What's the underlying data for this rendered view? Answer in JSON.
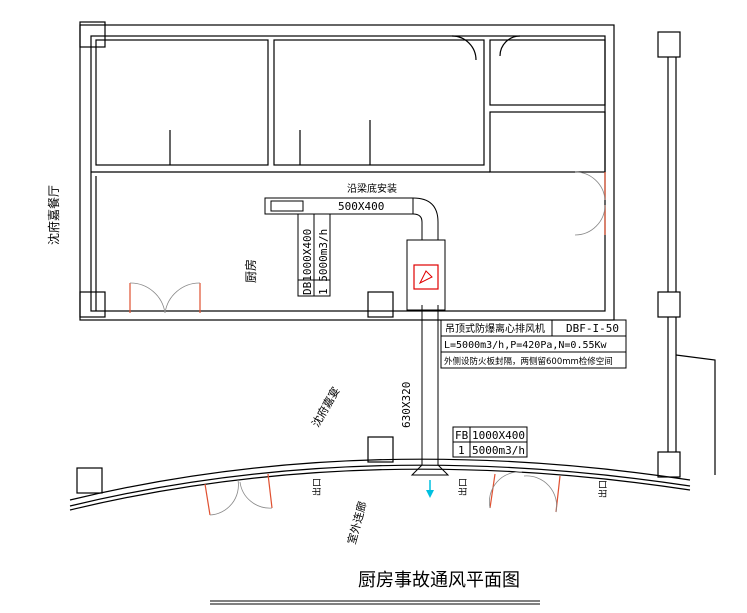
{
  "title": "厨房事故通风平面图",
  "rooms": {
    "left_hall": "沈府嘉餐厅",
    "kitchen": "厨房",
    "banquet": "沈府嘉宴",
    "corridor": "室外连廊",
    "exit_left": "出口",
    "exit_mid": "出口",
    "exit_right": "出口"
  },
  "ducts": {
    "mount_note": "沿梁底安装",
    "top_duct": "500X400",
    "riser_duct": "630X320"
  },
  "db_box": {
    "row1": "DB1000X400",
    "row2": "1 5000m3/h"
  },
  "fb_box": {
    "code": "FB",
    "size": "1000X400",
    "num": "1",
    "flow": "5000m3/h"
  },
  "fan_box": {
    "name": "吊顶式防爆离心排风机",
    "model": "DBF-I-50",
    "spec": "L=5000m3/h,P=420Pa,N=0.55Kw",
    "note": "外侧设防火板封隔，两侧留600mm检修空间"
  },
  "colors": {
    "door": "#e05030",
    "fan": "#e00000",
    "arrow": "#00c0e0"
  }
}
